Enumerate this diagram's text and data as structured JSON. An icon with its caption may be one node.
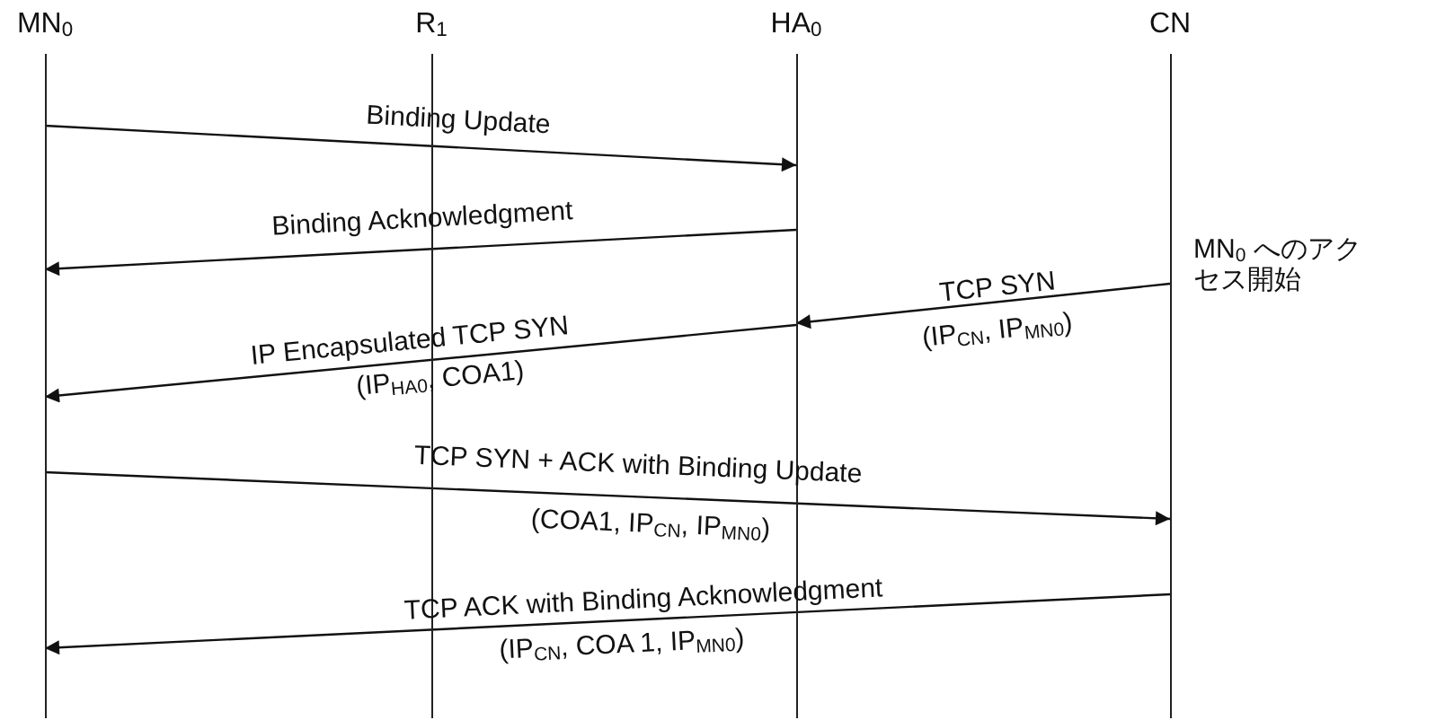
{
  "diagram": {
    "nodes": [
      {
        "text": [
          "MN$_{0}$"
        ]
      },
      {
        "text": [
          "R$_{1}$"
        ]
      },
      {
        "text": [
          "HA$_{0}$"
        ]
      },
      {
        "text": [
          "CN"
        ]
      }
    ],
    "edges": [
      {
        "from": 0,
        "to": 2,
        "arrow": "to",
        "label": "Binding Update"
      },
      {
        "from": 2,
        "to": 0,
        "arrow": "to",
        "label": "Binding Acknowledgment"
      },
      {
        "from": 3,
        "to": 2,
        "arrow": "to",
        "label": "TCP SYN"
      },
      {
        "from": 2,
        "to": 0,
        "arrow": "to",
        "label": "IP Encapsulated TCP SYN"
      },
      {
        "from": 0,
        "to": 3,
        "arrow": "to",
        "label": "TCP SYN + ACK with Binding Update"
      },
      {
        "from": 3,
        "to": 0,
        "arrow": "to",
        "label": "TCP ACK with Binding Acknowledgment"
      }
    ],
    "labels": [
      "MN$_{0}$ へのアクセス開始",
      "(IP$_{CN}$, IP$_{MN0}$)",
      "(IP$_{HA0}$, COA1)",
      "(COA1, IP$_{CN}$, IP$_{MN0}$)",
      "(IP$_{CN}$, COA 1, IP$_{MN0}$)"
    ]
  }
}
